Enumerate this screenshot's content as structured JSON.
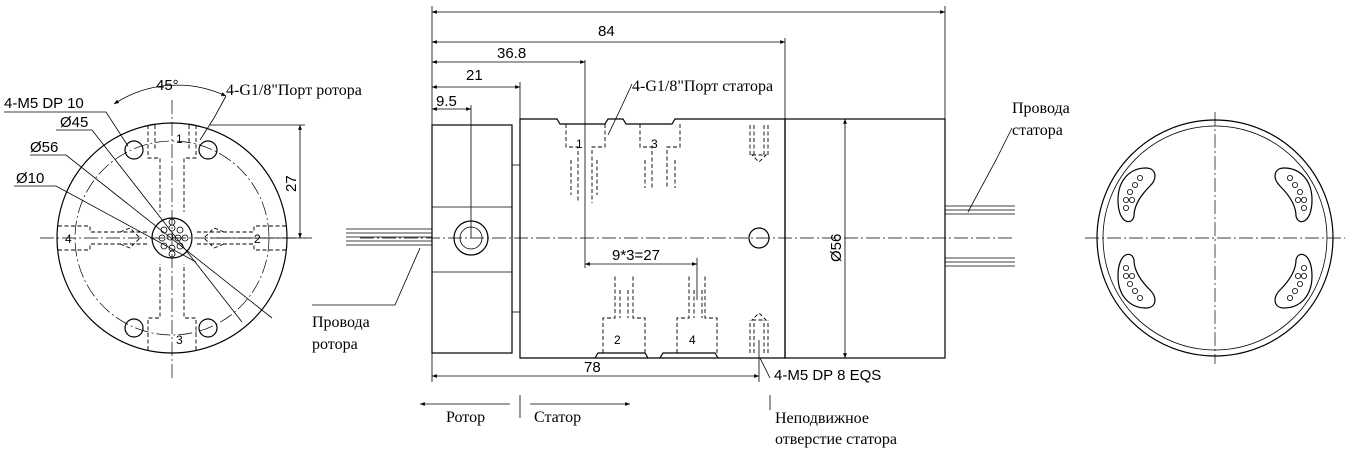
{
  "dimensions": {
    "d84": "84",
    "d36_8": "36.8",
    "d21": "21",
    "d9_5": "9.5",
    "d78": "78",
    "d27": "27",
    "d56v": "Ø56",
    "pitch": "9*3=27",
    "angle45": "45°"
  },
  "callouts": {
    "m5_dp10": "4-M5 DP 10",
    "rotor_port": "4-G1/8\"Порт ротора",
    "stator_port": "4-G1/8\"Порт статора",
    "d45": "Ø45",
    "d56": "Ø56",
    "d10": "Ø10",
    "m5_dp8": "4-M5 DP 8 EQS",
    "stator_wires_1": "Провода",
    "stator_wires_2": "статора",
    "rotor_wires_1": "Провода",
    "rotor_wires_2": "ротора",
    "fixed_hole_1": "Неподвижное",
    "fixed_hole_2": "отверстие статора"
  },
  "direction": {
    "rotor": "Ротор",
    "stator": "Статор"
  },
  "port_numbers": {
    "p1": "1",
    "p2": "2",
    "p3": "3",
    "p4": "4"
  }
}
